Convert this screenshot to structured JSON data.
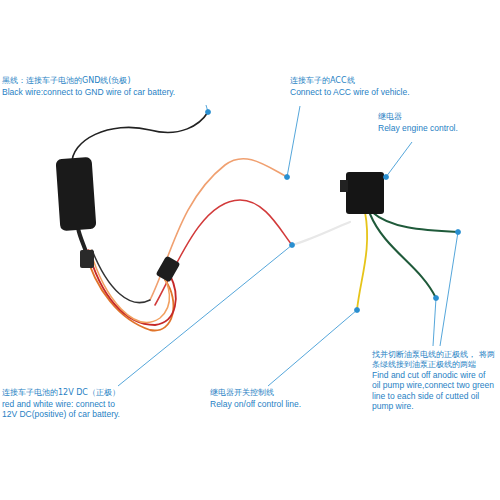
{
  "diagram": {
    "labels": [
      "黑线：连接车子电池的GND线(负极)",
      "Black wire:connect to GND wire of car battery.",
      "连接车子的ACC线",
      "Connect to ACC wire of vehicle.",
      "继电器",
      "Relay engine control.",
      "找并切断油泵电线的正极线， 将两条绿线接到油泵正极线的两端",
      "Find and cut off anodic wire of oil pump wire,connect two green line to each side of cutted oil pump wire.",
      "连接车子电池的12V DC（正极）",
      "red and white wire: connect to 12V DC(positive) of car battery.",
      "继电器开关控制线",
      "Relay on/off control line."
    ]
  }
}
